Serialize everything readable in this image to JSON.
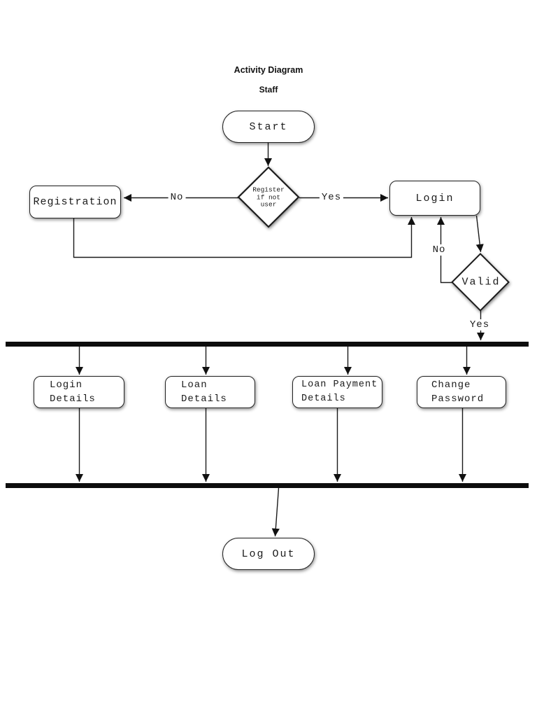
{
  "page": {
    "title": "Activity Diagram",
    "subtitle": "Staff"
  },
  "nodes": {
    "start": {
      "label": "Start"
    },
    "register_decision": {
      "label": "Register if not user",
      "lines": [
        "Register",
        "if not",
        "user"
      ]
    },
    "registration": {
      "label": "Registration"
    },
    "login": {
      "label": "Login"
    },
    "valid_decision": {
      "label": "Valid"
    },
    "login_details": {
      "lines": [
        "Login",
        "Details"
      ]
    },
    "loan_details": {
      "lines": [
        "Loan",
        "Details"
      ]
    },
    "loan_payment_details": {
      "lines": [
        "Loan Payment",
        "Details"
      ]
    },
    "change_password": {
      "lines": [
        "Change",
        "Password"
      ]
    },
    "logout": {
      "label": "Log Out"
    }
  },
  "edge_labels": {
    "register_no": "No",
    "register_yes": "Yes",
    "valid_no": "No",
    "valid_yes": "Yes"
  },
  "colors": {
    "ink": "#1a1a1a",
    "background": "#ffffff",
    "bar": "#0d0d0d"
  }
}
